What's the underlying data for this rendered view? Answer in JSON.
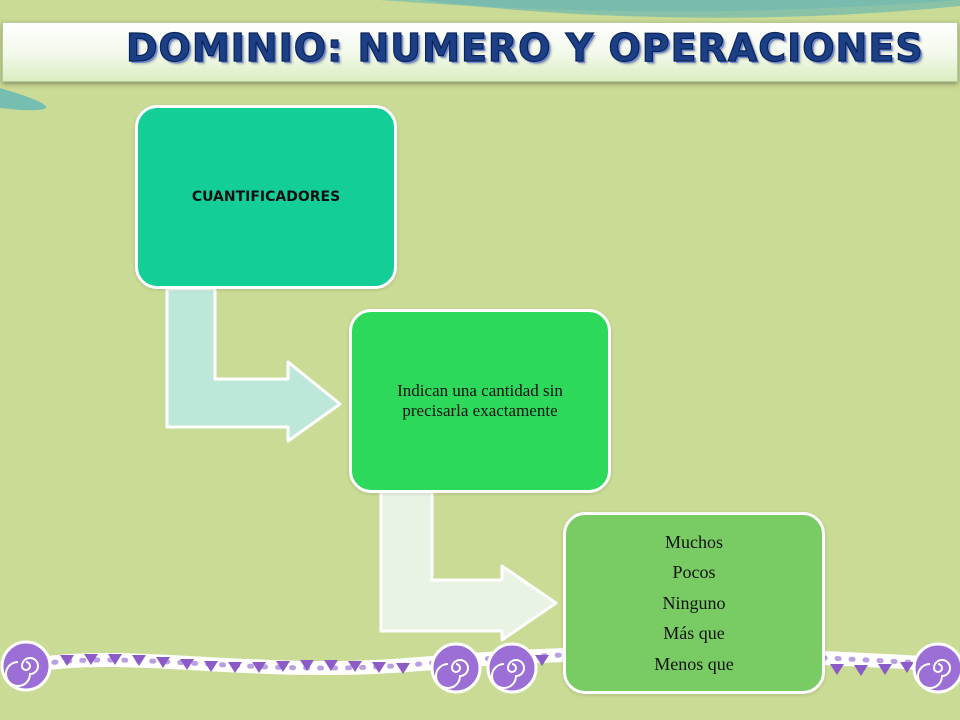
{
  "title": "Dominio: Numero y operaciones",
  "diagram": {
    "box1": "CUANTIFICADORES",
    "box2": "Indican una cantidad sin precisarla exactamente",
    "box3_items": [
      "Muchos",
      "Pocos",
      "Ninguno",
      "Más que",
      "Menos que"
    ]
  },
  "colors": {
    "background": "#cadb95",
    "box1": "#13cf97",
    "box2": "#2dd95b",
    "box3": "#79cc63",
    "title_text": "#1c3f86",
    "border_purple": "#9b6fd6"
  }
}
